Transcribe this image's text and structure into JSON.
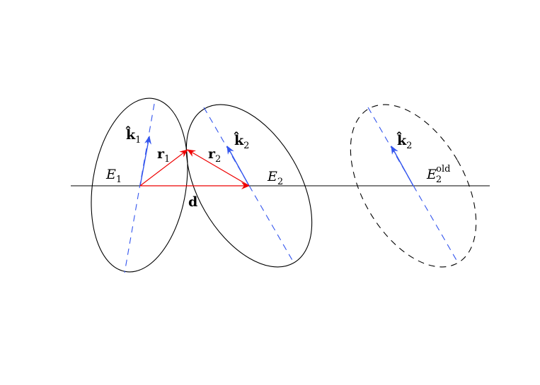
{
  "colors": {
    "outline": "#000000",
    "axis_dashed": "#3355ee",
    "k_vector": "#3355ee",
    "r_vector": "#ee0000",
    "baseline": "#000000"
  },
  "labels": {
    "k1": {
      "main": "k̂",
      "sub": "1"
    },
    "k2_left": {
      "main": "k̂",
      "sub": "2"
    },
    "k2_right": {
      "main": "k̂",
      "sub": "2"
    },
    "r1": {
      "main": "r",
      "sub": "1"
    },
    "r2": {
      "main": "r",
      "sub": "2"
    },
    "E1": {
      "main": "E",
      "sub": "1"
    },
    "E2": {
      "main": "E",
      "sub": "2"
    },
    "E2_old": {
      "main": "E",
      "sub": "2",
      "sup": "old"
    },
    "d": "d"
  }
}
